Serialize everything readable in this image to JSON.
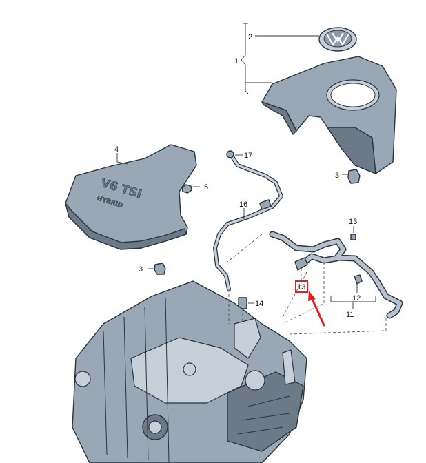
{
  "callouts": {
    "c1": "1",
    "c2": "2",
    "c3a": "3",
    "c3b": "3",
    "c4": "4",
    "c5": "5",
    "c11": "11",
    "c12": "12",
    "c13a": "13",
    "c13b": "13",
    "c14": "14",
    "c16": "16",
    "c17": "17"
  },
  "engine_cover_text": {
    "line1": "V6 TSI",
    "line2": "HYBRID"
  },
  "colors": {
    "highlight": "#e02020",
    "part": "#9aa7b4",
    "outline": "#2a3540"
  },
  "icons": {
    "logo": "vw-logo-icon",
    "arrow": "red-arrow-icon"
  }
}
